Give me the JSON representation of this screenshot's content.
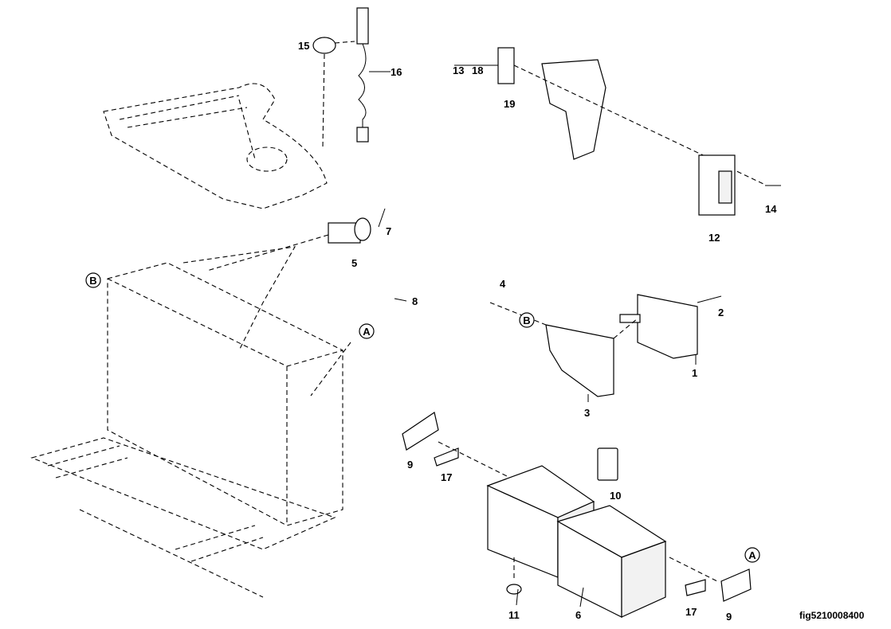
{
  "diagram": {
    "figure_id": "fig5210008400",
    "callouts": [
      "15",
      "16",
      "13",
      "18",
      "19",
      "7",
      "5",
      "12",
      "14",
      "8",
      "4",
      "2",
      "1",
      "3",
      "9",
      "17",
      "10",
      "11",
      "6",
      "17",
      "9"
    ],
    "reference_markers": [
      "B",
      "A",
      "B",
      "A"
    ]
  }
}
